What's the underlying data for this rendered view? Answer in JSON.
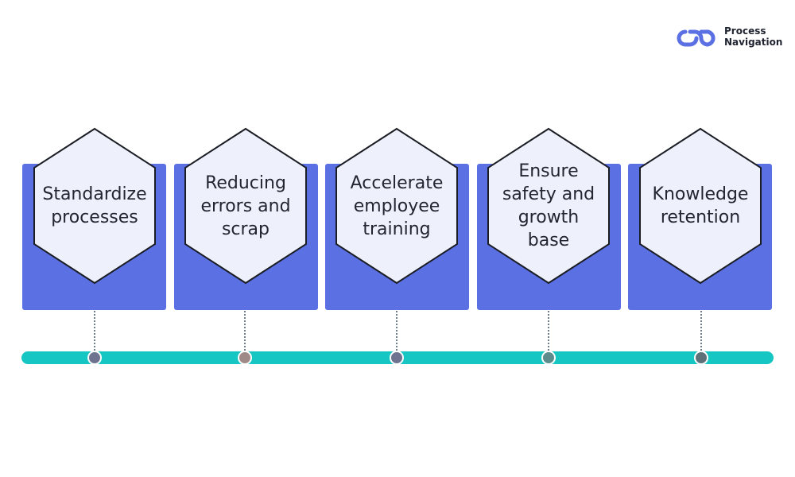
{
  "logo": {
    "line1": "Process",
    "line2": "Navigation",
    "icon": "process-navigation-logo-mark",
    "color": "#5b71e3"
  },
  "colors": {
    "card": "#5b71e3",
    "hexagon_fill": "#eef1fb",
    "hexagon_stroke": "#1b1d24",
    "timeline": "#16c6c2",
    "connector": "#6d7d8c"
  },
  "steps": [
    {
      "label": "Standardize\nprocesses",
      "node_color": "#6e7390"
    },
    {
      "label": "Reducing\nerrors and\nscrap",
      "node_color": "#a08a88"
    },
    {
      "label": "Accelerate\nemployee\ntraining",
      "node_color": "#6e7390"
    },
    {
      "label": "Ensure\nsafety and\ngrowth\nbase",
      "node_color": "#5e8c8c"
    },
    {
      "label": "Knowledge\nretention",
      "node_color": "#5e7078"
    }
  ]
}
